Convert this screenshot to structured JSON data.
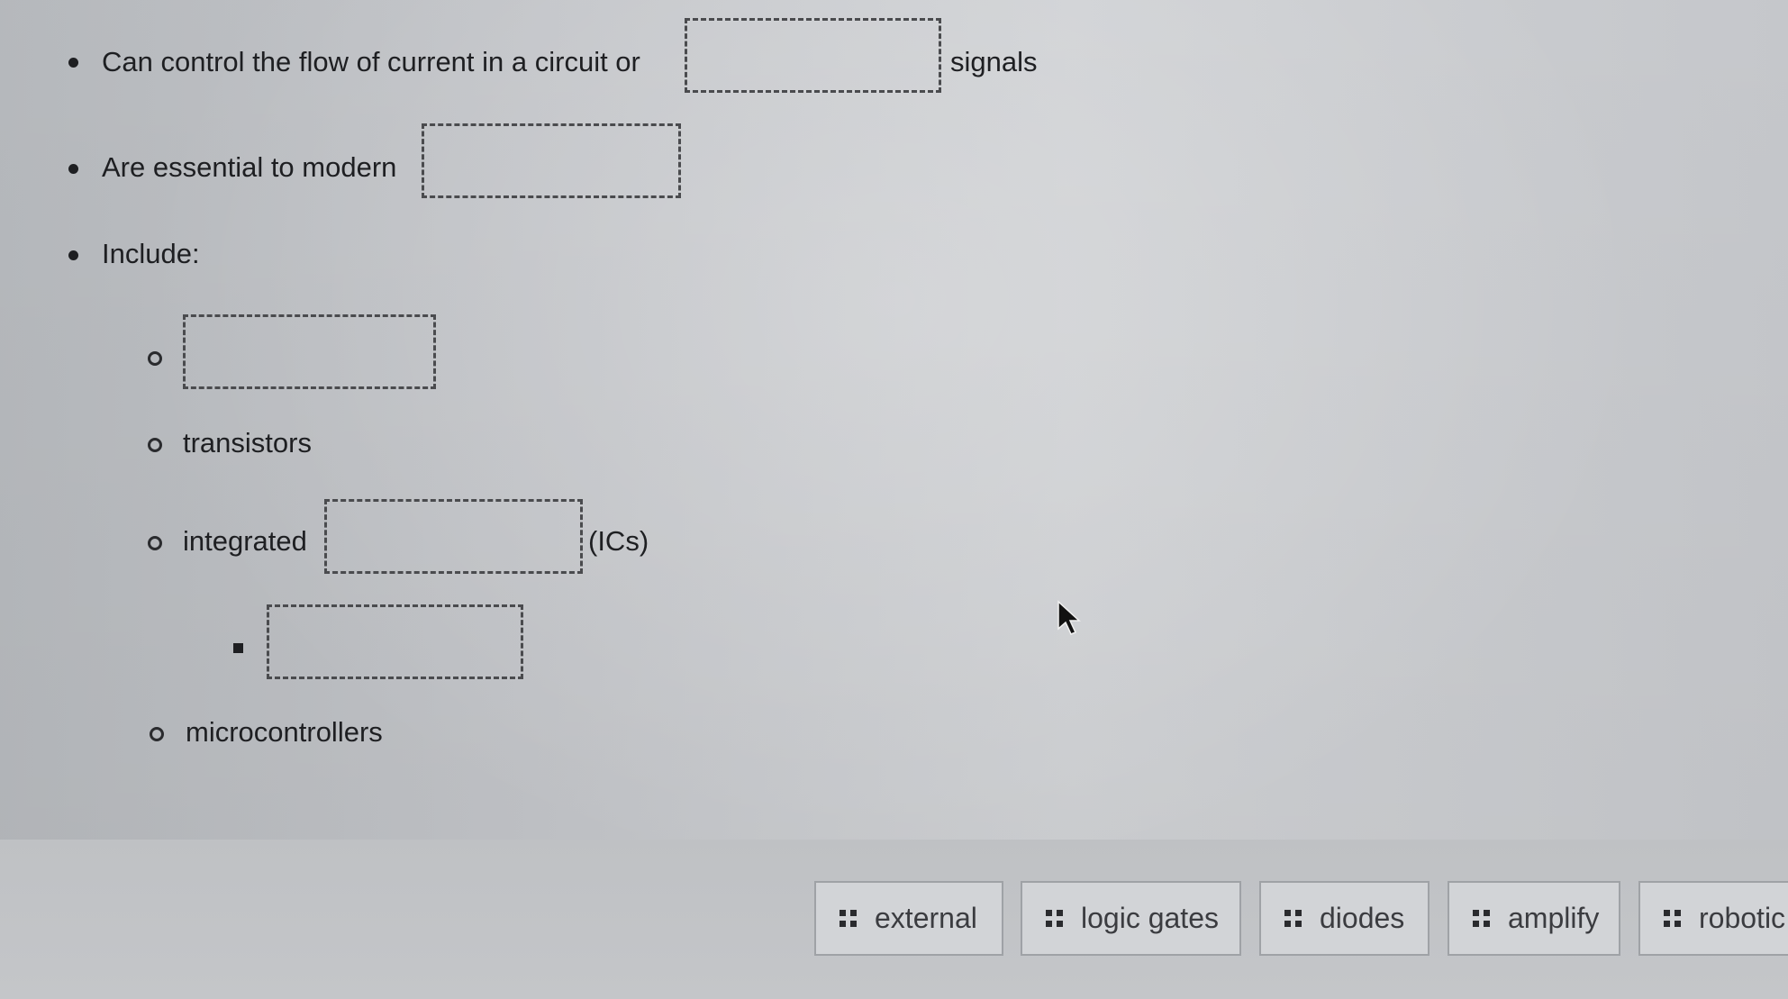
{
  "items": {
    "q1": {
      "before": "Can control the flow of current in a circuit or",
      "after": "signals"
    },
    "q2": {
      "before": "Are essential to modern"
    },
    "q3": {
      "label": "Include:"
    },
    "sub": {
      "transistors": "transistors",
      "integrated_before": "integrated",
      "integrated_after": "(ICs)",
      "microcontrollers": "microcontrollers"
    }
  },
  "word_bank": {
    "tiles": [
      "external",
      "logic gates",
      "diodes",
      "amplify",
      "robotic"
    ]
  }
}
